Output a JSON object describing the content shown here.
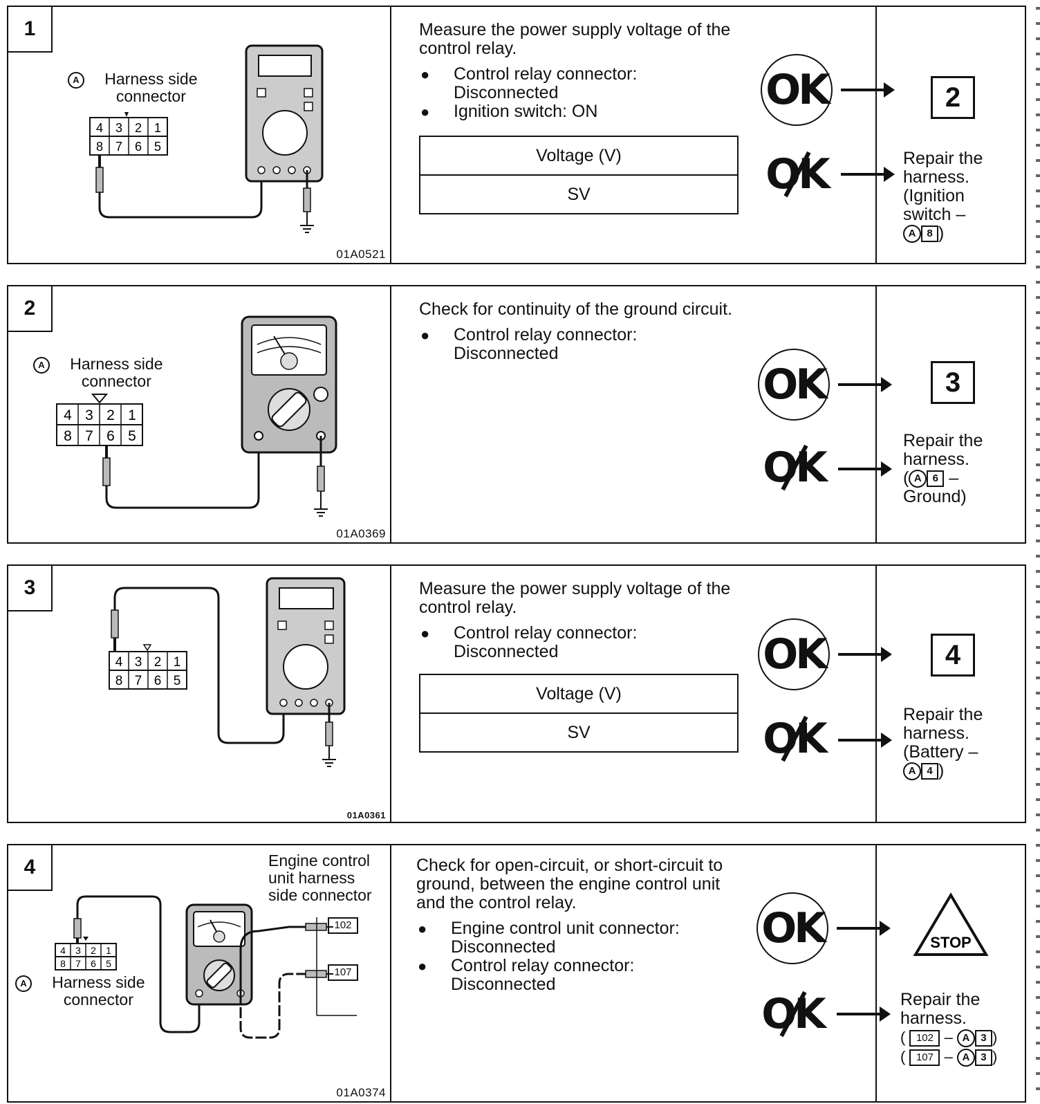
{
  "steps": [
    {
      "number": "1",
      "figure_id": "01A0521",
      "connector_label": "Harness side connector",
      "pins_top": [
        "4",
        "3",
        "2",
        "1"
      ],
      "pins_bottom": [
        "8",
        "7",
        "6",
        "5"
      ],
      "description": "Measure the power supply voltage of the control relay.",
      "bullets": [
        "Control relay connector: Disconnected",
        "Ignition switch: ON"
      ],
      "table": {
        "header": "Voltage (V)",
        "value": "SV"
      },
      "ok_label": "OK",
      "ng_label": "OK",
      "next_step": "2",
      "repair": {
        "line1": "Repair the",
        "line2": "harness.",
        "line3": "(Ignition",
        "line4": "switch –",
        "circ": "A",
        "pin": "8",
        "close": ")"
      }
    },
    {
      "number": "2",
      "figure_id": "01A0369",
      "connector_label": "Harness side connector",
      "pins_top": [
        "4",
        "3",
        "2",
        "1"
      ],
      "pins_bottom": [
        "8",
        "7",
        "6",
        "5"
      ],
      "description": "Check for continuity of the ground circuit.",
      "bullets": [
        "Control relay connector: Disconnected"
      ],
      "ok_label": "OK",
      "ng_label": "OK",
      "next_step": "3",
      "repair": {
        "line1": "Repair the",
        "line2": "harness.",
        "open": "(",
        "circ": "A",
        "pin": "6",
        "dash": "–",
        "line4": "Ground)"
      }
    },
    {
      "number": "3",
      "figure_id": "01A0361",
      "pins_top": [
        "4",
        "3",
        "2",
        "1"
      ],
      "pins_bottom": [
        "8",
        "7",
        "6",
        "5"
      ],
      "description": "Measure the power supply voltage of the control relay.",
      "bullets": [
        "Control relay connector: Disconnected"
      ],
      "table": {
        "header": "Voltage (V)",
        "value": "SV"
      },
      "ok_label": "OK",
      "ng_label": "OK",
      "next_step": "4",
      "repair": {
        "line1": "Repair the",
        "line2": "harness.",
        "line3": "(Battery –",
        "circ": "A",
        "pin": "4",
        "close": ")"
      }
    },
    {
      "number": "4",
      "figure_id": "01A0374",
      "connector_label": "Harness side connector",
      "ecu_label": "Engine control unit harness side connector",
      "terminal_a": "102",
      "terminal_b": "107",
      "pins_top": [
        "4",
        "3",
        "2",
        "1"
      ],
      "pins_bottom": [
        "8",
        "7",
        "6",
        "5"
      ],
      "description": "Check for open-circuit, or short-circuit to ground, between the engine control unit and the control relay.",
      "bullets": [
        "Engine control unit connector: Disconnected",
        "Control relay connector: Disconnected"
      ],
      "ok_label": "OK",
      "ng_label": "OK",
      "stop_label": "STOP",
      "repair": {
        "line1": "Repair the",
        "line2": "harness.",
        "t1": "102",
        "t2": "107",
        "circ": "A",
        "pin": "3",
        "open": "(",
        "close": ")",
        "dash": "–"
      }
    }
  ]
}
